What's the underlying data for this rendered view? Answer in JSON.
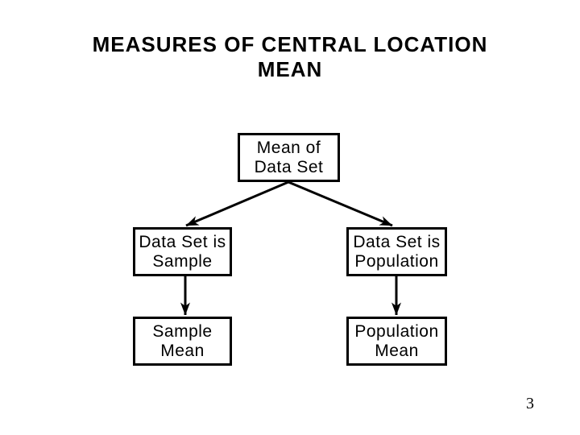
{
  "slide": {
    "title_line1": "MEASURES OF CENTRAL LOCATION",
    "title_line2": "MEAN",
    "page_number": "3",
    "colors": {
      "background": "#ffffff",
      "text": "#000000",
      "box_border": "#000000",
      "arrow": "#000000"
    }
  },
  "diagram": {
    "type": "flowchart-tree",
    "nodes": {
      "root": {
        "line1": "Mean of",
        "line2": "Data Set"
      },
      "sample_branch": {
        "line1": "Data Set is",
        "line2": "Sample"
      },
      "population_branch": {
        "line1": "Data Set is",
        "line2": "Population"
      },
      "sample_mean": {
        "line1": "Sample",
        "line2": "Mean"
      },
      "population_mean": {
        "line1": "Population",
        "line2": "Mean"
      }
    },
    "edges": [
      {
        "from": "root",
        "to": "sample_branch"
      },
      {
        "from": "root",
        "to": "population_branch"
      },
      {
        "from": "sample_branch",
        "to": "sample_mean"
      },
      {
        "from": "population_branch",
        "to": "population_mean"
      }
    ]
  }
}
